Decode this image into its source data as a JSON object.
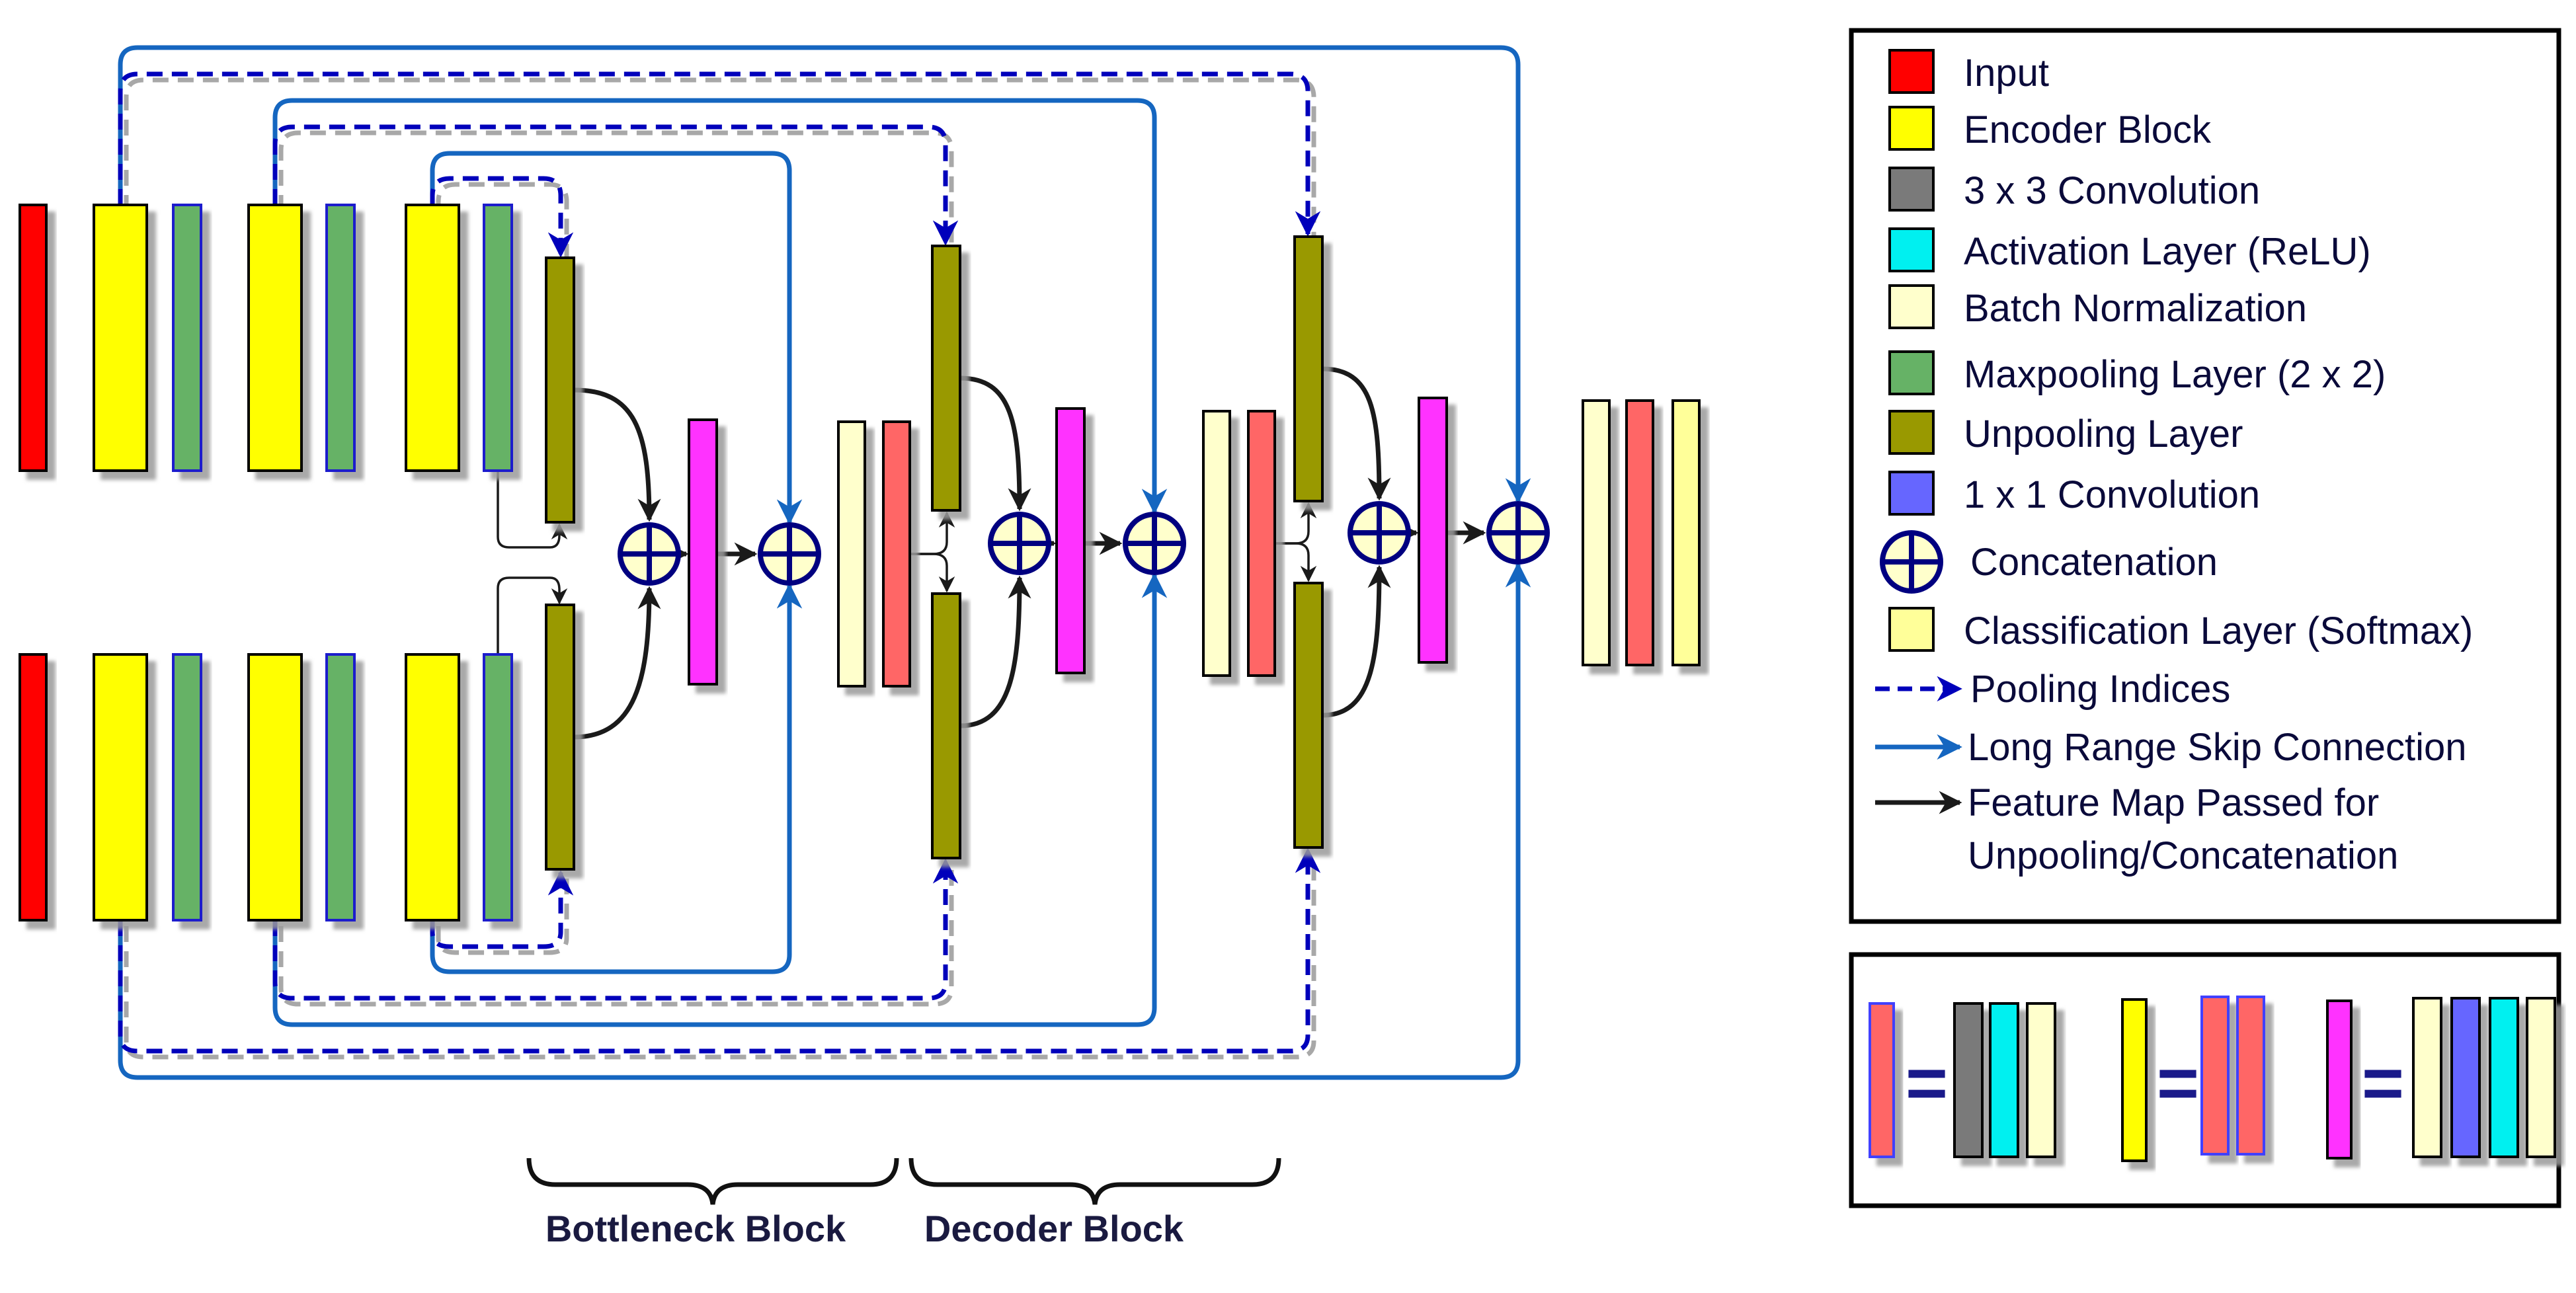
{
  "colors": {
    "input": "#ff0000",
    "encoder": "#ffff00",
    "conv3": "#7a7a7a",
    "relu": "#00f0f0",
    "batchnorm": "#ffffcc",
    "maxpool": "#66b266",
    "unpool": "#999900",
    "conv1": "#6666ff",
    "salmon": "#ff6666",
    "magenta": "#ff33ff",
    "softmax": "#ffff99",
    "concat_fill": "#ffffcc",
    "concat_stroke": "#000080",
    "pooling_arrow": "#0000bb",
    "skip_arrow": "#1566c0",
    "feature_arrow": "#1a1a1a"
  },
  "legend": {
    "items": [
      {
        "key": "input",
        "label": "Input",
        "symbol": "box"
      },
      {
        "key": "encoder",
        "label": "Encoder Block",
        "symbol": "box"
      },
      {
        "key": "conv3",
        "label": "3 x 3 Convolution",
        "symbol": "box"
      },
      {
        "key": "relu",
        "label": "Activation Layer (ReLU)",
        "symbol": "box"
      },
      {
        "key": "batchnorm",
        "label": "Batch Normalization",
        "symbol": "box"
      },
      {
        "key": "maxpool",
        "label": "Maxpooling Layer (2 x 2)",
        "symbol": "box"
      },
      {
        "key": "unpool",
        "label": "Unpooling Layer",
        "symbol": "box"
      },
      {
        "key": "conv1",
        "label": "1 x 1 Convolution",
        "symbol": "box"
      },
      {
        "key": "concat",
        "label": "Concatenation",
        "symbol": "concat"
      },
      {
        "key": "softmax",
        "label": "Classification Layer (Softmax)",
        "symbol": "box"
      },
      {
        "key": "pooling_arrow",
        "label": "Pooling Indices",
        "symbol": "dashed-arrow"
      },
      {
        "key": "skip_arrow",
        "label": "Long Range Skip Connection",
        "symbol": "arrow"
      },
      {
        "key": "feature_arrow",
        "label": "Feature Map Passed for",
        "label2": "Unpooling/Concatenation",
        "symbol": "arrow"
      }
    ]
  },
  "block_labels": {
    "bottleneck": "Bottleneck Block",
    "decoder": "Decoder Block"
  },
  "equation_symbol": "="
}
